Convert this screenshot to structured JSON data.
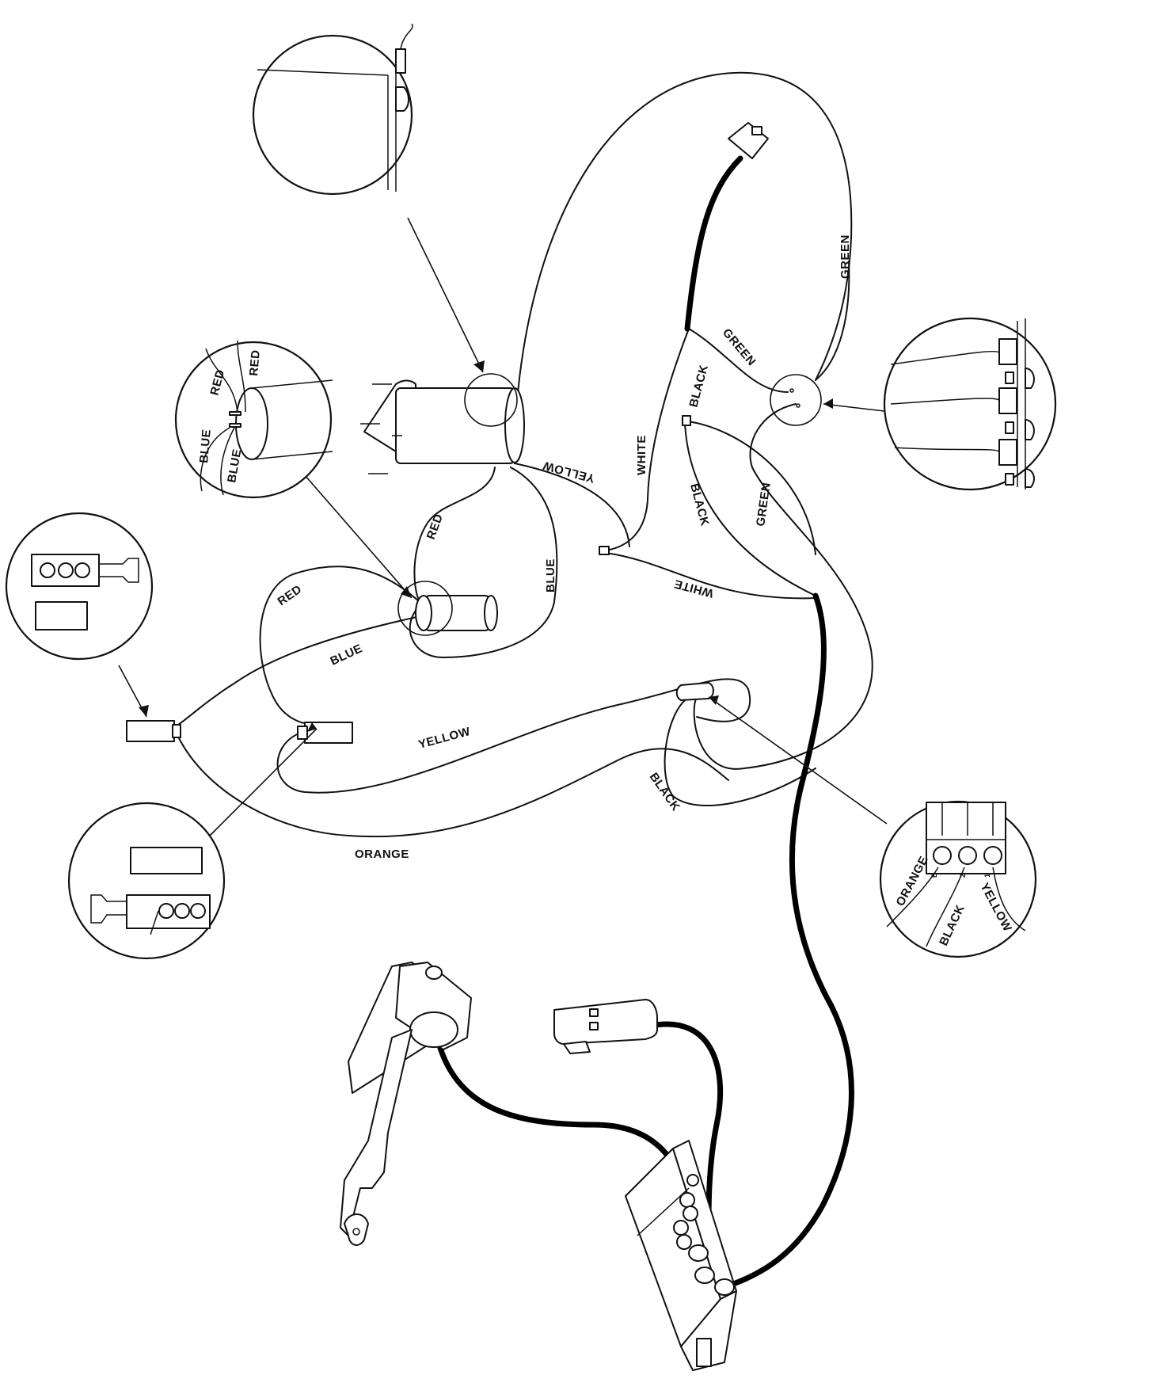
{
  "wire_labels": {
    "green_outer": "GREEN",
    "green_inner": "GREEN",
    "black_upper": "BLACK",
    "white_upper": "WHITE",
    "yellow_upper": "YELLOW",
    "black_mid": "BLACK",
    "green_mid": "GREEN",
    "white_lower": "WHITE",
    "blue_right": "BLUE",
    "red_mid": "RED",
    "red_left": "RED",
    "blue_left": "BLUE",
    "yellow_lower": "YELLOW",
    "black_lower": "BLACK",
    "orange_lower": "ORANGE"
  },
  "details": {
    "capacitor": {
      "red_1": "RED",
      "red_2": "RED",
      "blue_1": "BLUE",
      "blue_2": "BLUE"
    },
    "terminal_block": {
      "orange": "ORANGE",
      "black": "BLACK",
      "yellow": "YELLOW",
      "term_1": "B",
      "term_2": "2",
      "term_3": "1"
    }
  },
  "colors": {
    "ink": "#111111",
    "paper": "#ffffff"
  }
}
